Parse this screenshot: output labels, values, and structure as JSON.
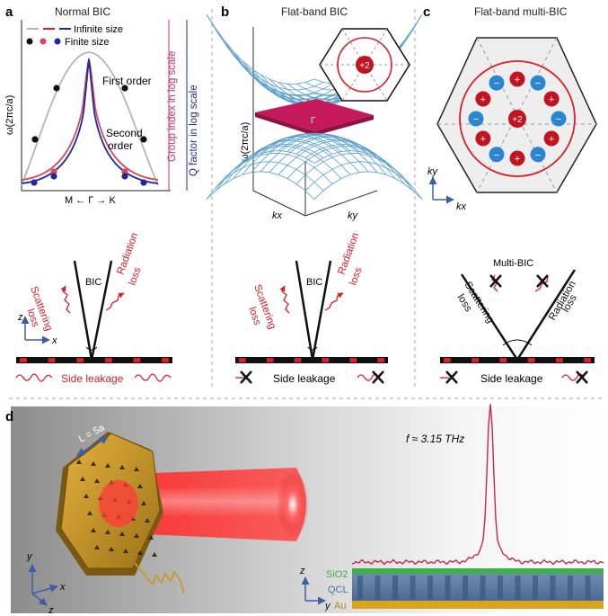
{
  "panels": {
    "a": {
      "label": "a",
      "title": "Normal BIC",
      "legend_infinite": "Infinite size",
      "legend_finite": "Finite size",
      "y_axis": "ω(2πc/a)",
      "x_axis": "M ← Γ → K",
      "first_order": "First order",
      "second_order_1": "Second",
      "second_order_2": "order",
      "group_index": "Group index in log scale",
      "q_factor": "Q factor in log scale",
      "cone_label": "BIC",
      "scattering_1": "Scattering",
      "scattering_2": "loss",
      "radiation_1": "Radiation",
      "radiation_2": "loss",
      "side_leakage": "Side leakage",
      "axis_z": "z",
      "axis_x": "x"
    },
    "b": {
      "label": "b",
      "title": "Flat-band BIC",
      "y_axis": "ω(2πc/a)",
      "kx": "kx",
      "ky": "ky",
      "gamma": "Γ",
      "charge": "+2",
      "cone_label": "BIC",
      "scattering_1": "Scattering",
      "scattering_2": "loss",
      "radiation_1": "Radiation",
      "radiation_2": "loss",
      "side_leakage": "Side leakage"
    },
    "c": {
      "label": "c",
      "title": "Flat-band multi-BIC",
      "center_charge": "+2",
      "plus": "+",
      "minus": "−",
      "ky": "ky",
      "kx": "kx",
      "cone_label": "Multi-BIC",
      "scattering_1": "Scattering",
      "scattering_2": "loss",
      "radiation_1": "Radiation",
      "radiation_2": "loss",
      "side_leakage": "Side leakage"
    },
    "d": {
      "label": "d",
      "size_label": "L = 5a",
      "freq_label": "f ≈ 3.15 THz",
      "layers": [
        "SiO2",
        "QCL",
        "Au"
      ],
      "axis_y": "y",
      "axis_x": "x",
      "axis_z": "z",
      "axis_z2": "z",
      "axis_y2": "y"
    }
  },
  "colors": {
    "red": "#d7202a",
    "blue": "#1d2a9e",
    "pink": "#c8326b",
    "gray_curve": "#b5b5b5",
    "magenta_sheet": "#c41a5c",
    "mesh_blue": "#5aa0d0",
    "sio2": "#3cae4a",
    "qcl": "#5878a0",
    "au": "#d9a521"
  }
}
